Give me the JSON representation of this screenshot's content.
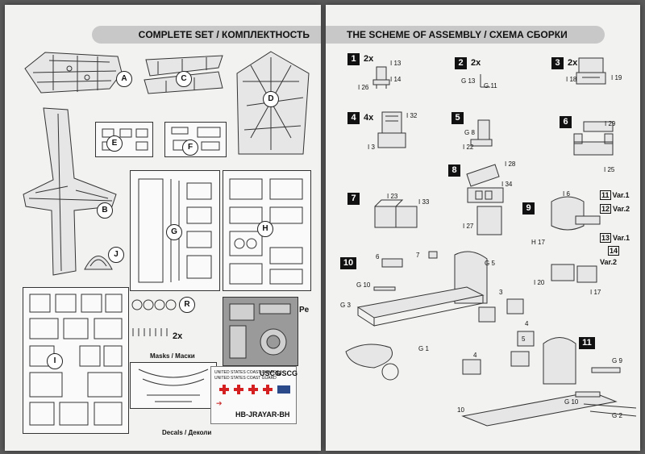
{
  "left": {
    "title": "COMPLETE SET / КОМПЛЕКТНОСТЬ",
    "sprue_labels": [
      "A",
      "B",
      "C",
      "D",
      "E",
      "F",
      "G",
      "H",
      "I",
      "J",
      "R"
    ],
    "pe_label": "Pe",
    "r_count": "2x",
    "masks_label": "Masks / Маски",
    "decals_label": "Decals / Деколи",
    "decal_text": {
      "line1": "UNITED STATES COAST GUARD",
      "line2": "UNITED STATES COAST GUARD",
      "uscg1": "USCG",
      "uscg2": "USCG",
      "reg": "HB-JRAYAR-BH",
      "arrow": "➔"
    }
  },
  "right": {
    "title": "THE SCHEME OF ASSEMBLY / СХЕМА СБОРКИ",
    "steps": [
      {
        "n": "1",
        "count": "2x",
        "parts": [
          "I 13",
          "I 14",
          "I 26"
        ]
      },
      {
        "n": "2",
        "count": "2x",
        "parts": [
          "G 13",
          "G 11"
        ]
      },
      {
        "n": "3",
        "count": "2x",
        "parts": [
          "I 18",
          "I 19"
        ]
      },
      {
        "n": "4",
        "count": "4x",
        "parts": [
          "I 32",
          "I 3"
        ]
      },
      {
        "n": "5",
        "count": "",
        "parts": [
          "G 8",
          "I 22"
        ]
      },
      {
        "n": "6",
        "count": "",
        "parts": [
          "I 29",
          "I 25"
        ]
      },
      {
        "n": "7",
        "count": "",
        "parts": [
          "I 23",
          "I 33"
        ]
      },
      {
        "n": "8",
        "count": "",
        "parts": [
          "I 28",
          "I 34",
          "I 27"
        ]
      },
      {
        "n": "9",
        "count": "",
        "parts": [
          "I 6",
          "H 17",
          "I 20",
          "I 17"
        ]
      },
      {
        "n": "10",
        "count": "",
        "parts": [
          "G 5",
          "G 10",
          "G 3",
          "G 1",
          "6",
          "7",
          "3",
          "4"
        ]
      },
      {
        "n": "11",
        "count": "",
        "parts": [
          "G 9",
          "G 10",
          "G 2",
          "4",
          "5",
          "10"
        ]
      }
    ],
    "variants": [
      {
        "box": "11",
        "label": "Var.1"
      },
      {
        "box": "12",
        "label": "Var.2"
      },
      {
        "box": "13",
        "label": "Var.1"
      },
      {
        "box": "14",
        "label": "Var.2"
      }
    ]
  }
}
